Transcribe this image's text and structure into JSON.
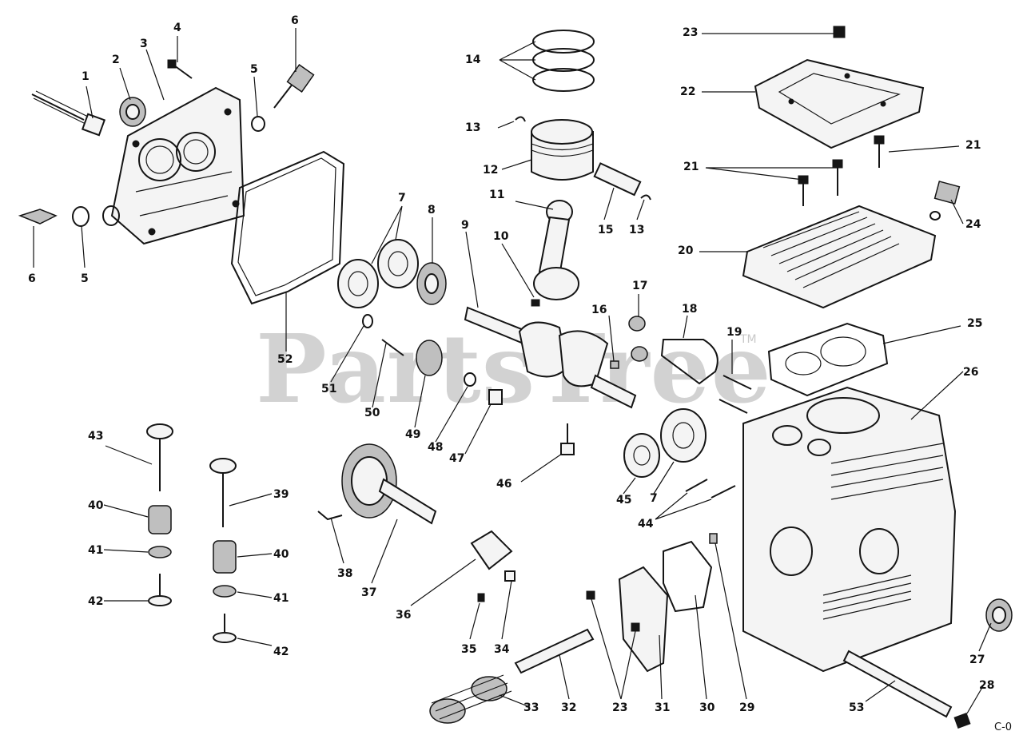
{
  "watermark": {
    "brand": "PartsTree",
    "trademark": "TM"
  },
  "drawing_code": "C-0",
  "callouts": [
    "1",
    "2",
    "3",
    "4",
    "5",
    "6",
    "6",
    "5",
    "52",
    "7",
    "8",
    "9",
    "10",
    "11",
    "12",
    "13",
    "14",
    "13",
    "15",
    "16",
    "17",
    "18",
    "19",
    "20",
    "21",
    "21",
    "22",
    "23",
    "24",
    "25",
    "26",
    "27",
    "28",
    "53",
    "29",
    "30",
    "31",
    "23",
    "32",
    "33",
    "34",
    "35",
    "36",
    "37",
    "38",
    "39",
    "40",
    "41",
    "42",
    "43",
    "40",
    "41",
    "42",
    "44",
    "45",
    "7",
    "46",
    "47",
    "48",
    "49",
    "50",
    "51"
  ]
}
